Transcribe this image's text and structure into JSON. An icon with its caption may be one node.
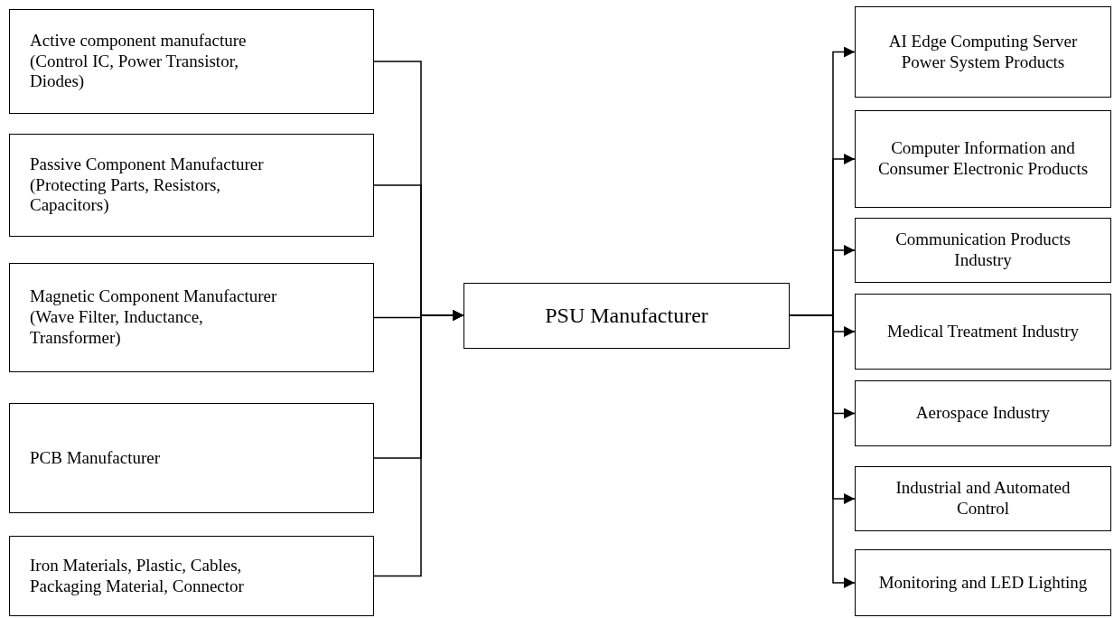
{
  "diagram": {
    "nodes": [
      {
        "text": [
          "Active component manufacture (Control IC, Power Transistor, Diodes)"
        ]
      },
      {
        "text": [
          "Passive Component Manufacturer (Protecting Parts, Resistors, Capacitors)"
        ]
      },
      {
        "text": [
          "Magnetic Component Manufacturer (Wave Filter, Inductance, Transformer)"
        ]
      },
      {
        "text": [
          "PCB Manufacturer"
        ]
      },
      {
        "text": [
          "Iron Materials, Plastic, Cables, Packaging Material, Connector"
        ]
      },
      {
        "text": [
          "PSU Manufacturer"
        ]
      },
      {
        "text": [
          "AI Edge Computing Server Power System Products"
        ]
      },
      {
        "text": [
          "Computer Information and Consumer Electronic Products"
        ]
      },
      {
        "text": [
          "Communication Products Industry"
        ]
      },
      {
        "text": [
          "Medical Treatment Industry"
        ]
      },
      {
        "text": [
          "Aerospace Industry"
        ]
      },
      {
        "text": [
          "Industrial and Automated Control"
        ]
      },
      {
        "text": [
          "Monitoring and LED Lighting"
        ]
      }
    ],
    "edges": [
      {
        "from": 0,
        "to": 5,
        "arrow": "to"
      },
      {
        "from": 1,
        "to": 5,
        "arrow": "to"
      },
      {
        "from": 2,
        "to": 5,
        "arrow": "to"
      },
      {
        "from": 3,
        "to": 5,
        "arrow": "to"
      },
      {
        "from": 4,
        "to": 5,
        "arrow": "to"
      },
      {
        "from": 5,
        "to": 6,
        "arrow": "to"
      },
      {
        "from": 5,
        "to": 7,
        "arrow": "to"
      },
      {
        "from": 5,
        "to": 8,
        "arrow": "to"
      },
      {
        "from": 5,
        "to": 9,
        "arrow": "to"
      },
      {
        "from": 5,
        "to": 10,
        "arrow": "to"
      },
      {
        "from": 5,
        "to": 11,
        "arrow": "to"
      },
      {
        "from": 5,
        "to": 12,
        "arrow": "to"
      }
    ]
  }
}
